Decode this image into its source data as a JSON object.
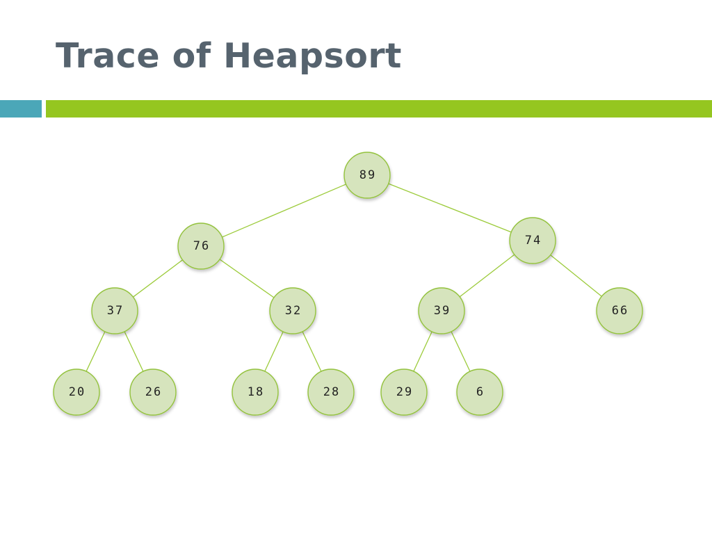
{
  "slide": {
    "title": "Trace of Heapsort"
  },
  "colors": {
    "title": "#56636e",
    "accent_teal": "#4ba7b8",
    "accent_green": "#95c620",
    "node_fill": "#d6e4bd",
    "node_stroke": "#93c23c",
    "edge": "#9ccb3b"
  },
  "heap": {
    "nodes": [
      {
        "id": "n89",
        "label": "89"
      },
      {
        "id": "n76",
        "label": "76"
      },
      {
        "id": "n74",
        "label": "74"
      },
      {
        "id": "n37",
        "label": "37"
      },
      {
        "id": "n32",
        "label": "32"
      },
      {
        "id": "n39",
        "label": "39"
      },
      {
        "id": "n66",
        "label": "66"
      },
      {
        "id": "n20",
        "label": "20"
      },
      {
        "id": "n26",
        "label": "26"
      },
      {
        "id": "n18",
        "label": "18"
      },
      {
        "id": "n28",
        "label": "28"
      },
      {
        "id": "n29",
        "label": "29"
      },
      {
        "id": "n6",
        "label": "6"
      }
    ],
    "edges": [
      {
        "from": "n89",
        "to": "n76"
      },
      {
        "from": "n89",
        "to": "n74"
      },
      {
        "from": "n76",
        "to": "n37"
      },
      {
        "from": "n76",
        "to": "n32"
      },
      {
        "from": "n74",
        "to": "n39"
      },
      {
        "from": "n74",
        "to": "n66"
      },
      {
        "from": "n37",
        "to": "n20"
      },
      {
        "from": "n37",
        "to": "n26"
      },
      {
        "from": "n32",
        "to": "n18"
      },
      {
        "from": "n32",
        "to": "n28"
      },
      {
        "from": "n39",
        "to": "n29"
      },
      {
        "from": "n39",
        "to": "n6"
      }
    ]
  }
}
